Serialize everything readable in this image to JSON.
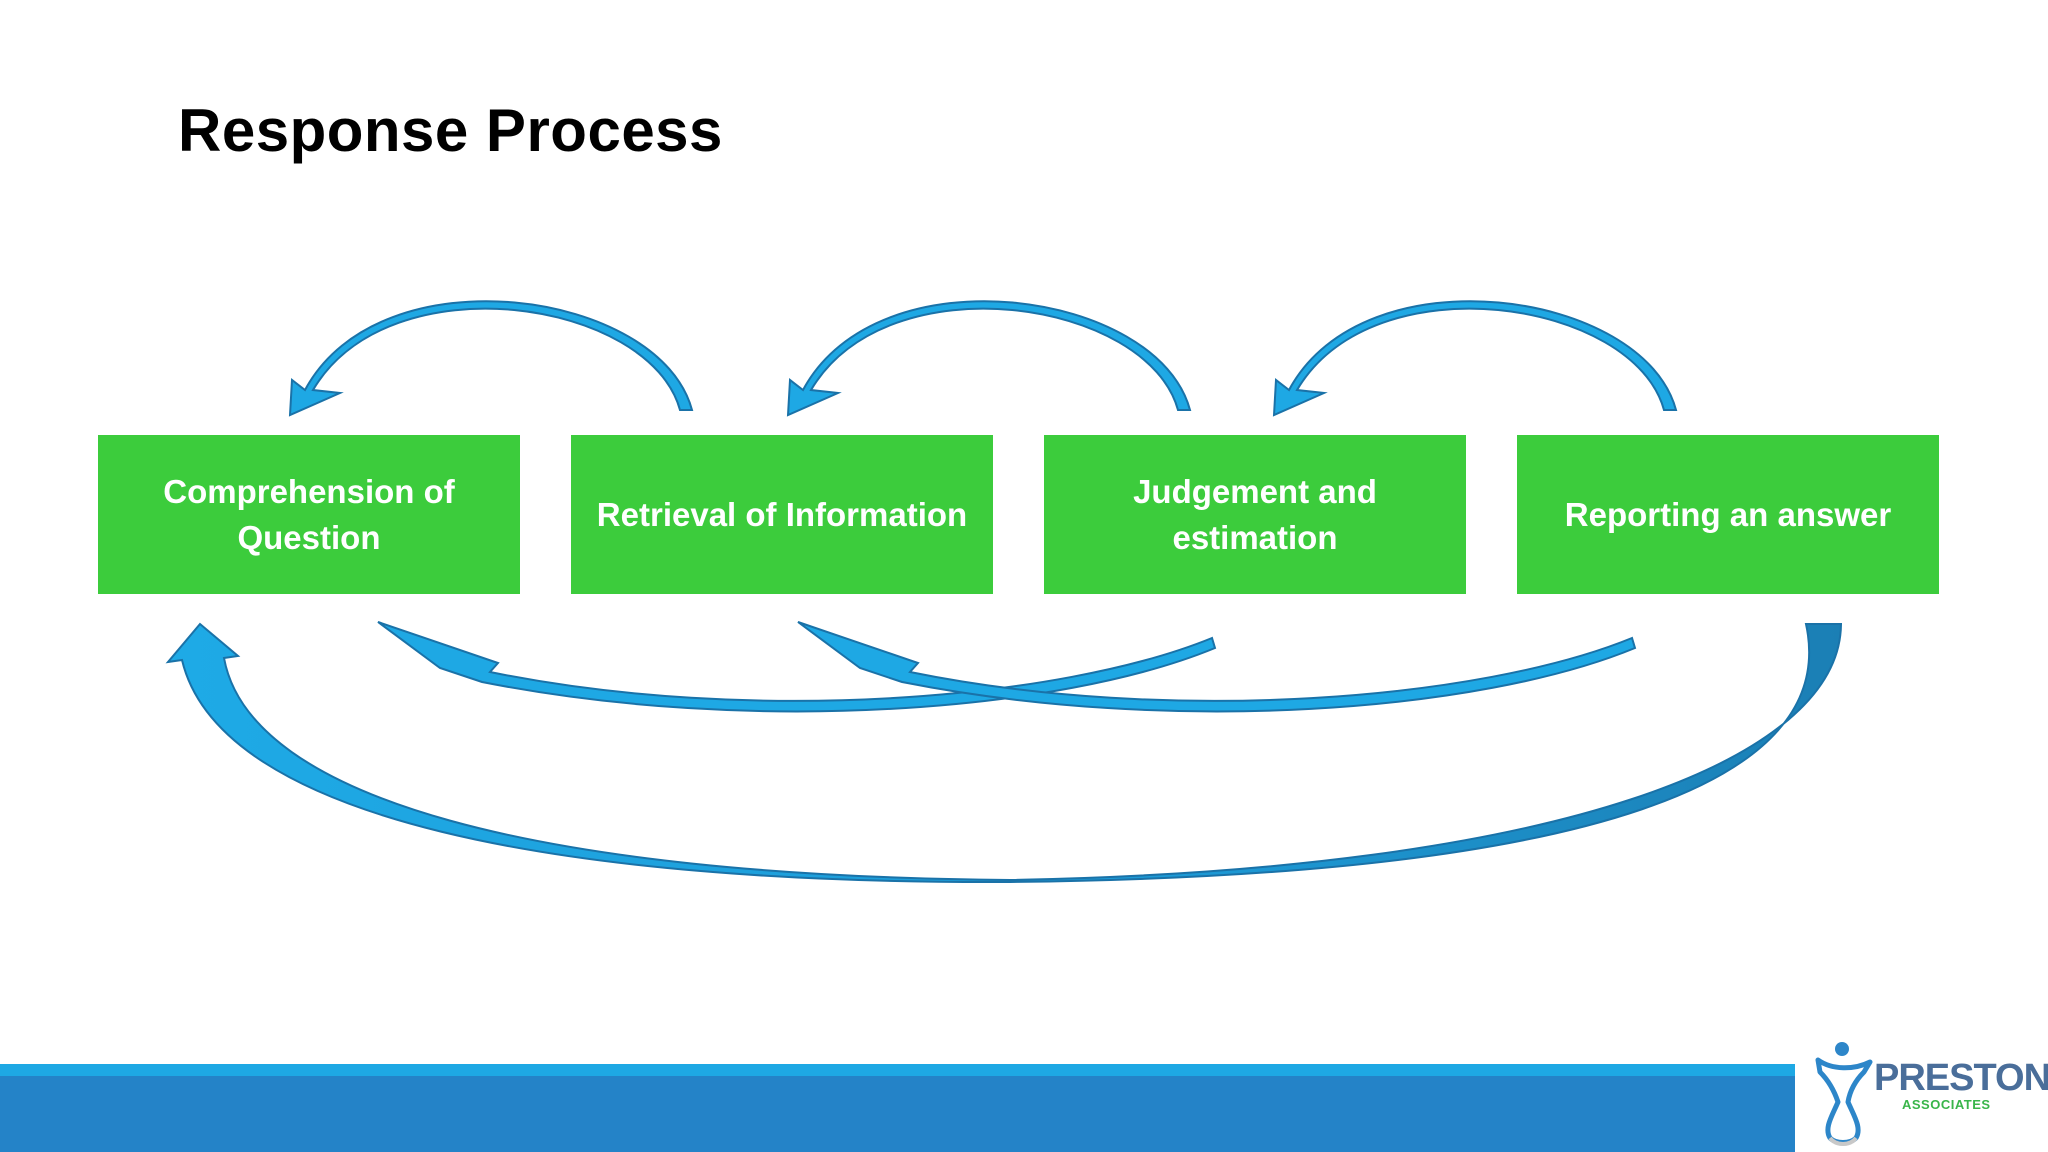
{
  "slide": {
    "title": "Response Process"
  },
  "steps": [
    {
      "label": "Comprehension of\nQuestion"
    },
    {
      "label": "Retrieval of Information"
    },
    {
      "label": "Judgement and\nestimation"
    },
    {
      "label": "Reporting an answer"
    }
  ],
  "logo": {
    "name": "PRESTON",
    "sub": "ASSOCIATES"
  },
  "colors": {
    "step_box": "#3ccc3c",
    "arrow_fill": "#1ea8e4",
    "arrow_stroke": "#1a72a8",
    "footer_light": "#1ea8e4",
    "footer_dark": "#2483c8"
  }
}
